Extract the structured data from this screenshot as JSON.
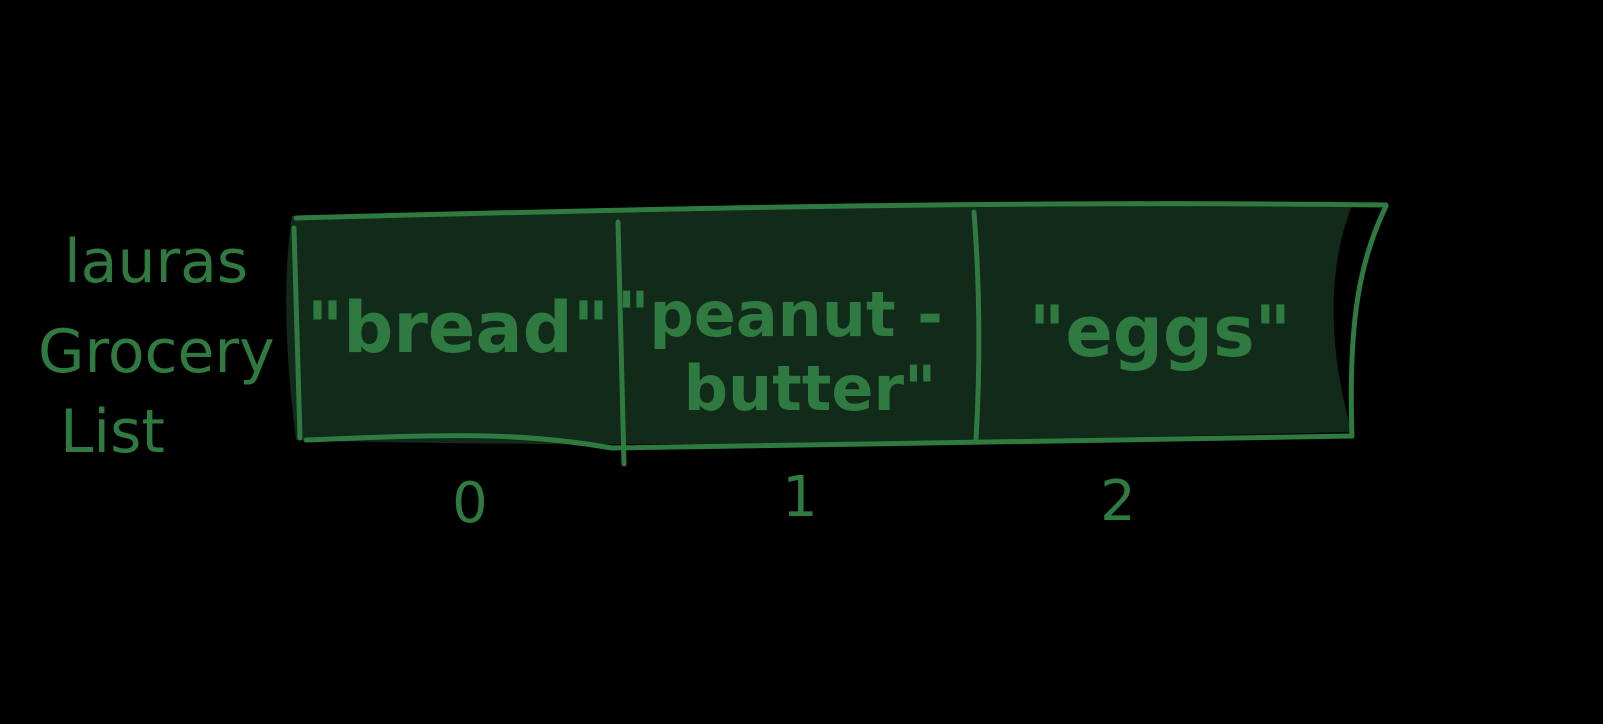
{
  "array_label": [
    "lauras",
    "Grocery",
    "List"
  ],
  "cells": [
    {
      "lines": [
        "\"bread\""
      ]
    },
    {
      "lines": [
        "\"peanut -",
        "butter\""
      ]
    },
    {
      "lines": [
        "\"eggs\""
      ]
    }
  ],
  "indices": [
    "0",
    "1",
    "2"
  ],
  "colors": {
    "background": "#000000",
    "stroke": "#2f7a40",
    "cell_fill": "#112a19"
  }
}
